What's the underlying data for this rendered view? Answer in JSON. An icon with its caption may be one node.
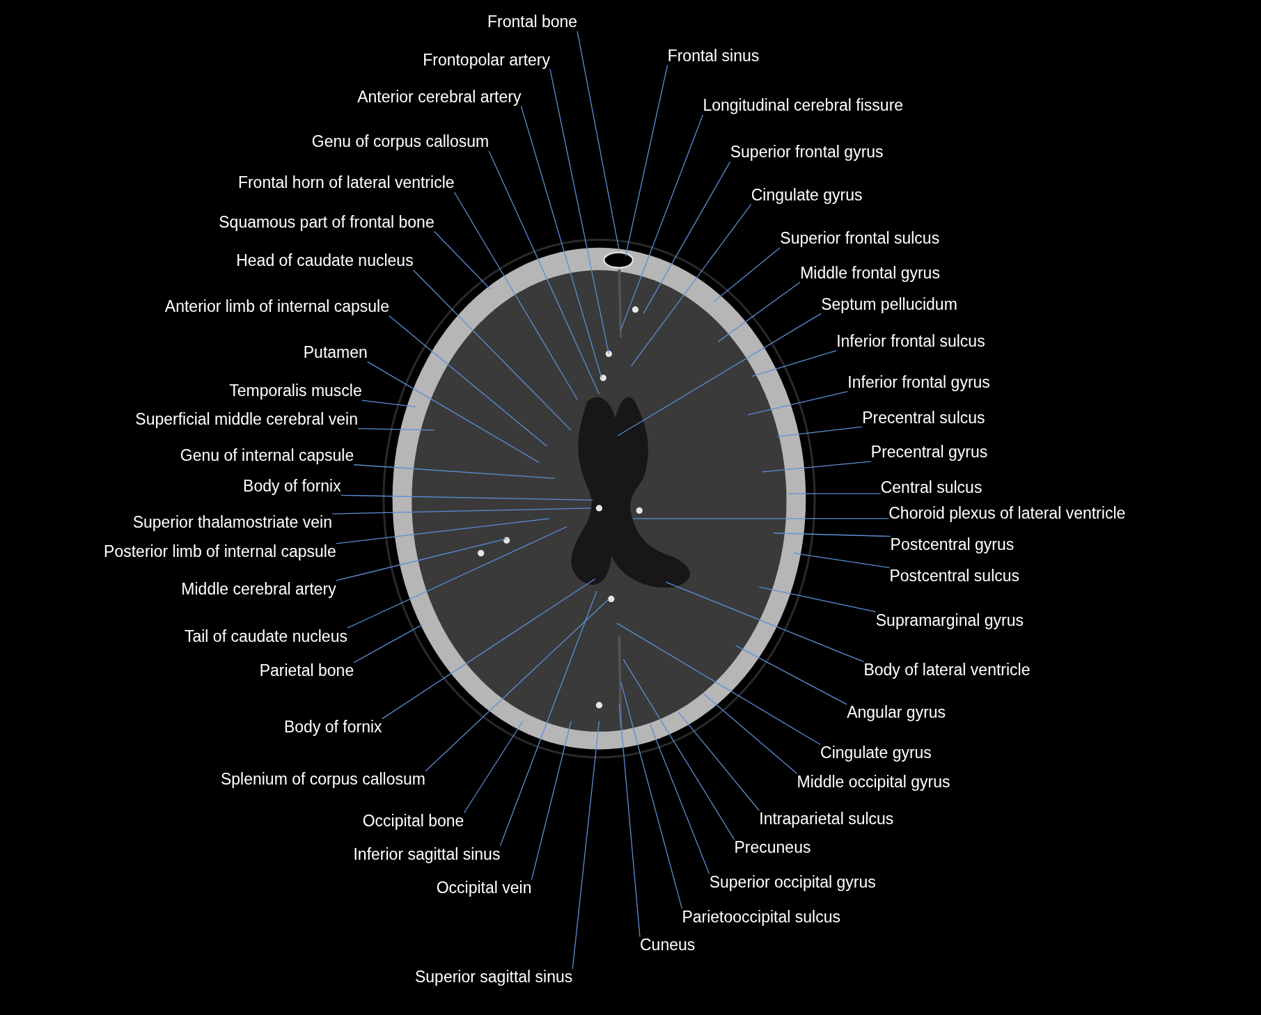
{
  "diagram": {
    "nodes": [
      {
        "text": [
          "Frontal bone"
        ]
      },
      {
        "text": [
          "Frontal sinus"
        ]
      },
      {
        "text": [
          "Frontopolar artery"
        ]
      },
      {
        "text": [
          "Longitudinal cerebral fissure"
        ]
      },
      {
        "text": [
          "Anterior cerebral artery"
        ]
      },
      {
        "text": [
          "Superior frontal gyrus"
        ]
      },
      {
        "text": [
          "Genu of corpus callosum"
        ]
      },
      {
        "text": [
          "Cingulate gyrus"
        ]
      },
      {
        "text": [
          "Frontal horn of lateral ventricle"
        ]
      },
      {
        "text": [
          "Squamous part of frontal bone"
        ]
      },
      {
        "text": [
          "Superior frontal sulcus"
        ]
      },
      {
        "text": [
          "Head of caudate nucleus"
        ]
      },
      {
        "text": [
          "Middle frontal gyrus"
        ]
      },
      {
        "text": [
          "Anterior limb of internal capsule"
        ]
      },
      {
        "text": [
          "Septum pellucidum"
        ]
      },
      {
        "text": [
          "Putamen"
        ]
      },
      {
        "text": [
          "Inferior frontal sulcus"
        ]
      },
      {
        "text": [
          "Temporalis muscle"
        ]
      },
      {
        "text": [
          "Inferior frontal gyrus"
        ]
      },
      {
        "text": [
          "Superficial middle cerebral vein"
        ]
      },
      {
        "text": [
          "Precentral sulcus"
        ]
      },
      {
        "text": [
          "Genu of internal capsule"
        ]
      },
      {
        "text": [
          "Precentral gyrus"
        ]
      },
      {
        "text": [
          "Body of fornix"
        ]
      },
      {
        "text": [
          "Central sulcus"
        ]
      },
      {
        "text": [
          "Superior thalamostriate vein"
        ]
      },
      {
        "text": [
          "Choroid plexus of lateral ventricle"
        ]
      },
      {
        "text": [
          "Posterior limb of internal capsule"
        ]
      },
      {
        "text": [
          "Postcentral gyrus"
        ]
      },
      {
        "text": [
          "Middle cerebral artery"
        ]
      },
      {
        "text": [
          "Postcentral sulcus"
        ]
      },
      {
        "text": [
          "Tail of caudate nucleus"
        ]
      },
      {
        "text": [
          "Supramarginal gyrus"
        ]
      },
      {
        "text": [
          "Parietal bone"
        ]
      },
      {
        "text": [
          "Body of lateral ventricle"
        ]
      },
      {
        "text": [
          "Body of fornix"
        ]
      },
      {
        "text": [
          "Angular gyrus"
        ]
      },
      {
        "text": [
          "Splenium of corpus callosum"
        ]
      },
      {
        "text": [
          "Cingulate gyrus"
        ]
      },
      {
        "text": [
          "Middle occipital gyrus"
        ]
      },
      {
        "text": [
          "Occipital bone"
        ]
      },
      {
        "text": [
          "Intraparietal sulcus"
        ]
      },
      {
        "text": [
          "Inferior sagittal sinus"
        ]
      },
      {
        "text": [
          "Precuneus"
        ]
      },
      {
        "text": [
          "Occipital vein"
        ]
      },
      {
        "text": [
          "Superior occipital gyrus"
        ]
      },
      {
        "text": [
          "Parietooccipital sulcus"
        ]
      },
      {
        "text": [
          "Cuneus"
        ]
      },
      {
        "text": [
          "Superior sagittal sinus"
        ]
      }
    ],
    "edges": [
      {
        "from": 0,
        "to": null,
        "arrow": "none"
      },
      {
        "from": 1,
        "to": null,
        "arrow": "none"
      },
      {
        "from": 2,
        "to": null,
        "arrow": "none"
      },
      {
        "from": 3,
        "to": null,
        "arrow": "none"
      },
      {
        "from": 4,
        "to": null,
        "arrow": "none"
      },
      {
        "from": 5,
        "to": null,
        "arrow": "none"
      },
      {
        "from": 6,
        "to": null,
        "arrow": "none"
      },
      {
        "from": 7,
        "to": null,
        "arrow": "none"
      },
      {
        "from": 8,
        "to": null,
        "arrow": "none"
      },
      {
        "from": 9,
        "to": null,
        "arrow": "none"
      },
      {
        "from": 10,
        "to": null,
        "arrow": "none"
      },
      {
        "from": 11,
        "to": null,
        "arrow": "none"
      },
      {
        "from": 12,
        "to": null,
        "arrow": "none"
      },
      {
        "from": 13,
        "to": null,
        "arrow": "none"
      },
      {
        "from": 14,
        "to": null,
        "arrow": "none"
      },
      {
        "from": 15,
        "to": null,
        "arrow": "none"
      },
      {
        "from": 16,
        "to": null,
        "arrow": "none"
      },
      {
        "from": 17,
        "to": null,
        "arrow": "none"
      },
      {
        "from": 18,
        "to": null,
        "arrow": "none"
      },
      {
        "from": 19,
        "to": null,
        "arrow": "none"
      },
      {
        "from": 20,
        "to": null,
        "arrow": "none"
      },
      {
        "from": 21,
        "to": null,
        "arrow": "none"
      },
      {
        "from": 22,
        "to": null,
        "arrow": "none"
      },
      {
        "from": 23,
        "to": null,
        "arrow": "none"
      },
      {
        "from": 24,
        "to": null,
        "arrow": "none"
      },
      {
        "from": 25,
        "to": null,
        "arrow": "none"
      },
      {
        "from": 26,
        "to": null,
        "arrow": "none"
      },
      {
        "from": 27,
        "to": null,
        "arrow": "none"
      },
      {
        "from": 28,
        "to": null,
        "arrow": "none"
      },
      {
        "from": 29,
        "to": null,
        "arrow": "none"
      },
      {
        "from": 30,
        "to": null,
        "arrow": "none"
      },
      {
        "from": 31,
        "to": null,
        "arrow": "none"
      },
      {
        "from": 32,
        "to": null,
        "arrow": "none"
      },
      {
        "from": 33,
        "to": null,
        "arrow": "none"
      },
      {
        "from": 34,
        "to": null,
        "arrow": "none"
      },
      {
        "from": 35,
        "to": null,
        "arrow": "none"
      },
      {
        "from": 36,
        "to": null,
        "arrow": "none"
      },
      {
        "from": 37,
        "to": null,
        "arrow": "none"
      },
      {
        "from": 38,
        "to": null,
        "arrow": "none"
      },
      {
        "from": 39,
        "to": null,
        "arrow": "none"
      },
      {
        "from": 40,
        "to": null,
        "arrow": "none"
      },
      {
        "from": 41,
        "to": null,
        "arrow": "none"
      },
      {
        "from": 42,
        "to": null,
        "arrow": "none"
      },
      {
        "from": 43,
        "to": null,
        "arrow": "none"
      },
      {
        "from": 44,
        "to": null,
        "arrow": "none"
      },
      {
        "from": 45,
        "to": null,
        "arrow": "none"
      },
      {
        "from": 46,
        "to": null,
        "arrow": "none"
      },
      {
        "from": 47,
        "to": null,
        "arrow": "none"
      },
      {
        "from": 48,
        "to": null,
        "arrow": "none"
      }
    ]
  }
}
